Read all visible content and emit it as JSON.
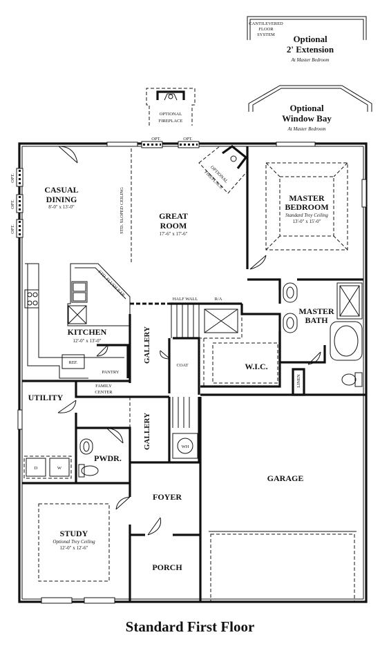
{
  "title": "Standard First Floor",
  "options": {
    "cantilever_label_1": "CANTILEVERED",
    "cantilever_label_2": "FLOOR",
    "cantilever_label_3": "SYSTEM",
    "extension_title_1": "Optional",
    "extension_title_2": "2' Extension",
    "extension_sub": "At Master Bedroom",
    "bay_title_1": "Optional",
    "bay_title_2": "Window Bay",
    "bay_sub": "At Master Bedroom",
    "fireplace_1": "OPTIONAL",
    "fireplace_2": "FIREPLACE",
    "opt": "OPT."
  },
  "rooms": {
    "casual_dining": {
      "name_1": "CASUAL",
      "name_2": "DINING",
      "dims": "8'-0\" x 13'-0\""
    },
    "great_room": {
      "name_1": "GREAT",
      "name_2": "ROOM",
      "dims": "17'-6\" x 17'-6\""
    },
    "master_bedroom": {
      "name_1": "MASTER",
      "name_2": "BEDROOM",
      "note": "Standard Trey Ceiling",
      "dims": "13'-0\" x 15'-0\""
    },
    "kitchen": {
      "name": "KITCHEN",
      "dims": "12'-0\" x 13'-0\""
    },
    "master_bath": {
      "name_1": "MASTER",
      "name_2": "BATH"
    },
    "wic": {
      "name": "W.I.C."
    },
    "utility": {
      "name": "UTILITY"
    },
    "pwdr": {
      "name": "PWDR."
    },
    "garage": {
      "name": "GARAGE"
    },
    "foyer": {
      "name": "FOYER"
    },
    "study": {
      "name": "STUDY",
      "note": "Optional Trey Ceiling",
      "dims": "12'-0\" x 12'-6\""
    },
    "porch": {
      "name": "PORCH"
    },
    "gallery": {
      "name": "GALLERY"
    }
  },
  "labels": {
    "std_sloped": "STD. SLOPED CEILING",
    "std_flush_bar": "STD. FLUSH BAR",
    "half_wall": "HALF WALL",
    "ra": "R/A",
    "ref": "REF.",
    "pantry": "PANTRY",
    "coat": "COAT",
    "family_1": "FAMILY",
    "family_2": "CENTER",
    "linen": "LINEN",
    "wh": "WH",
    "dryer": "D",
    "washer": "W"
  }
}
